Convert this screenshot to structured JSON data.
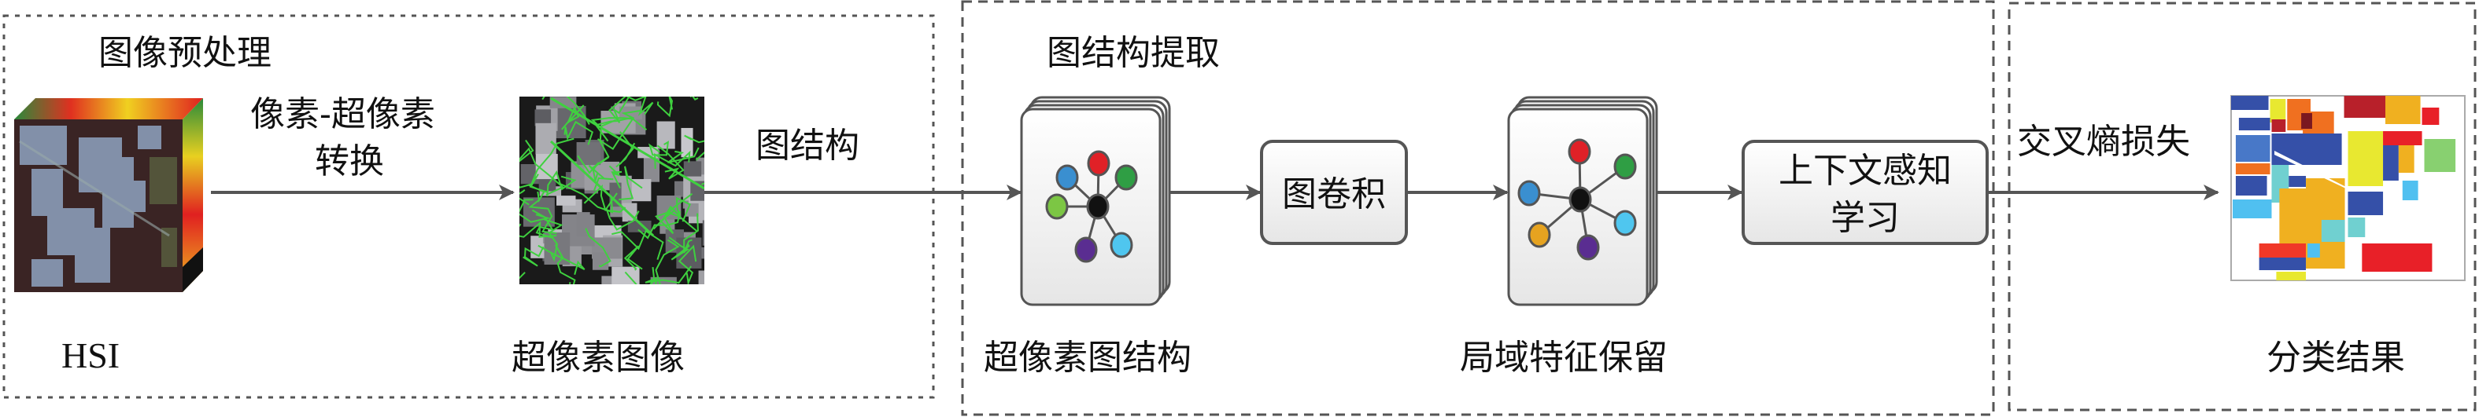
{
  "sections": {
    "preprocess": {
      "title": "图像预处理"
    },
    "graph_extraction": {
      "title": "图结构提取"
    }
  },
  "labels": {
    "hsi": "HSI",
    "pixel_to_superpixel_line1": "像素-超像素",
    "pixel_to_superpixel_line2": "转换",
    "superpixel_image": "超像素图像",
    "graph_structure": "图结构",
    "superpixel_graph": "超像素图结构",
    "graph_conv": "图卷积",
    "local_feature": "局域特征保留",
    "context_line1": "上下文感知",
    "context_line2": "学习",
    "cross_entropy": "交叉熵损失",
    "classification_result": "分类结果"
  },
  "colors": {
    "arrow": "#555555",
    "border": "#555555",
    "node_center": "#111111",
    "node_red": "#e02127",
    "node_blue": "#3a8fd0",
    "node_green": "#2f9e44",
    "node_lightgreen": "#7cc644",
    "node_purple": "#5a2d91",
    "node_cyan": "#4fc6ef",
    "node_orange": "#e6a320",
    "superpixel_edge": "#3fd13f"
  }
}
